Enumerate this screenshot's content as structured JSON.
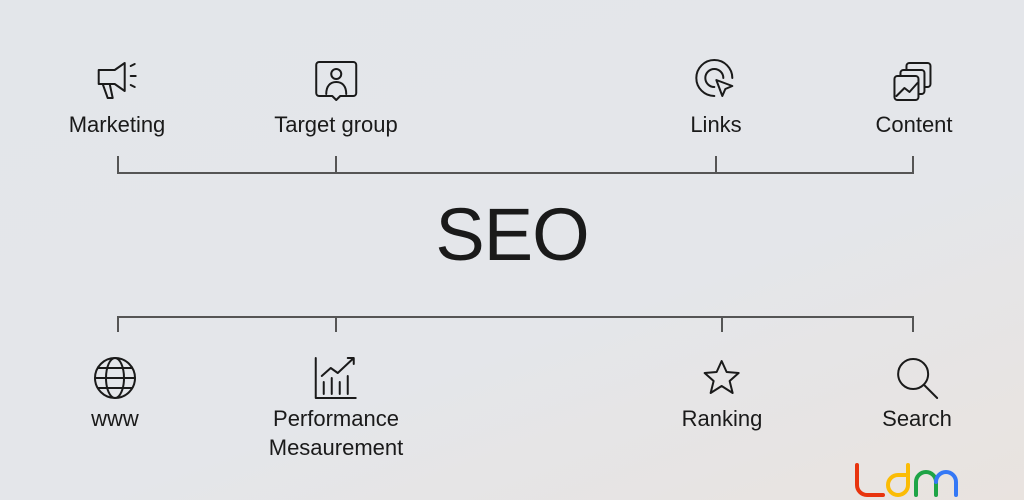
{
  "title": "SEO",
  "top_items": [
    {
      "label": "Marketing",
      "icon": "megaphone-icon"
    },
    {
      "label": "Target group",
      "icon": "user-bubble-icon"
    },
    {
      "label": "Links",
      "icon": "click-cursor-icon"
    },
    {
      "label": "Content",
      "icon": "image-stack-icon"
    }
  ],
  "bottom_items": [
    {
      "label": "www",
      "icon": "globe-icon"
    },
    {
      "label": "Performance\nMesaurement",
      "line1": "Performance",
      "line2": "Mesaurement",
      "icon": "chart-icon"
    },
    {
      "label": "Ranking",
      "icon": "star-icon"
    },
    {
      "label": "Search",
      "icon": "search-icon"
    }
  ],
  "logo": {
    "text": "udm",
    "colors": [
      "#e8340e",
      "#fbbc05",
      "#1ea446",
      "#3478f6"
    ]
  }
}
